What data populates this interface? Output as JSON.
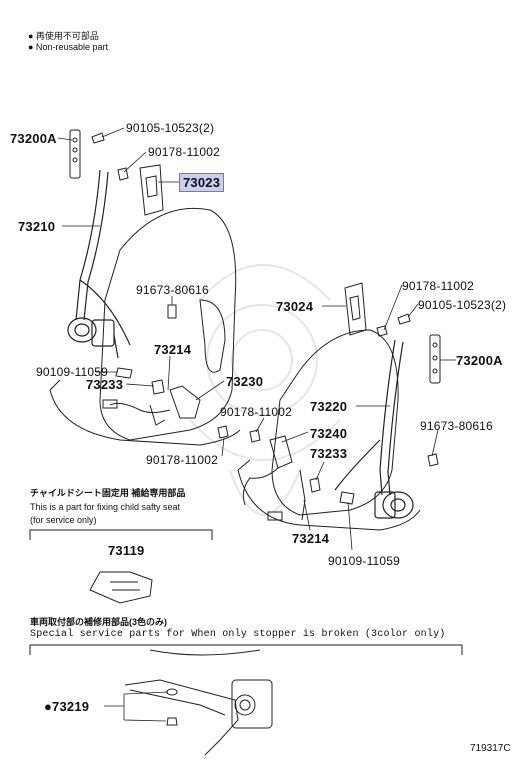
{
  "legend": {
    "line1": "● 再使用不可部品",
    "line2": "● Non-reusable part"
  },
  "parts": {
    "p73200A_left": "73200A",
    "p90105_left": "90105-10523(2)",
    "p90178_top": "90178-11002",
    "p73023": "73023",
    "p73210": "73210",
    "p91673_left": "91673-80616",
    "p73214_left": "73214",
    "p90109_left": "90109-11059",
    "p73233_left": "73233",
    "p73230": "73230",
    "p90178_bottom_left": "90178-11002",
    "p73024": "73024",
    "p90178_right": "90178-11002",
    "p90105_right": "90105-10523(2)",
    "p73200A_right": "73200A",
    "p90178_mid": "90178-11002",
    "p73220": "73220",
    "p73240": "73240",
    "p91673_right": "91673-80616",
    "p73233_right": "73233",
    "p73214_right": "73214",
    "p90109_right": "90109-11059",
    "p73119": "73119",
    "p73219": "●73219"
  },
  "child_seat_note": {
    "jp": "チャイルドシート固定用 補給専用部品",
    "en1": "This is a part for fixing child safty seat",
    "en2": "(for service only)"
  },
  "special_note": {
    "jp": "車両取付部の補修用部品(3色のみ)",
    "en": "Special  service  parts  for  When  only  stopper  is  broken  (3color  only)"
  },
  "diagram_id": "719317C"
}
